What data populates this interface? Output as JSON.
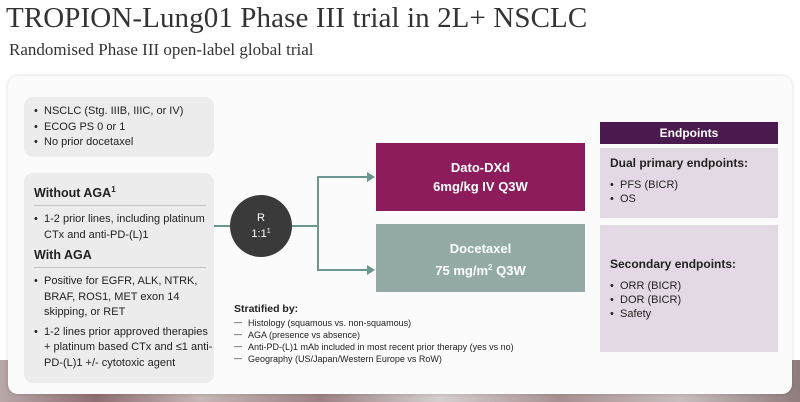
{
  "title": "TROPION-Lung01 Phase III trial in 2L+ NSCLC",
  "subtitle": "Randomised Phase III open-label global trial",
  "eligibility": {
    "top_items": [
      "NSCLC (Stg. IIIB, IIIC, or IV)",
      "ECOG PS 0 or 1",
      "No prior docetaxel"
    ],
    "without_aga": {
      "heading": "Without AGA",
      "heading_sup": "1",
      "items": [
        "1-2 prior lines, including platinum CTx and anti-PD-(L)1"
      ]
    },
    "with_aga": {
      "heading": "With AGA",
      "items": [
        "Positive for EGFR, ALK, NTRK, BRAF, ROS1, MET exon 14 skipping, or RET",
        "1-2 lines prior approved therapies + platinum based CTx and ≤1 anti-PD-(L)1 +/- cytotoxic agent"
      ]
    }
  },
  "randomisation": {
    "label": "R",
    "ratio": "1:1",
    "ratio_sup": "1"
  },
  "arms": [
    {
      "line1": "Dato-DXd",
      "line2": "6mg/kg IV Q3W",
      "color": "#8c1c5c"
    },
    {
      "line1": "Docetaxel",
      "line2_pre": "75 mg/m",
      "line2_sup": "2",
      "line2_post": " Q3W",
      "color": "#93aaa6"
    }
  ],
  "endpoints": {
    "header": "Endpoints",
    "primary": {
      "title": "Dual primary endpoints:",
      "items": [
        "PFS (BICR)",
        "OS"
      ]
    },
    "secondary": {
      "title": "Secondary endpoints:",
      "items": [
        "ORR (BICR)",
        "DOR (BICR)",
        "Safety"
      ]
    }
  },
  "stratified": {
    "title": "Stratified by:",
    "items": [
      "Histology (squamous vs. non-squamous)",
      "AGA (presence vs absence)",
      "Anti-PD-(L)1 mAb included in most recent prior therapy (yes vs no)",
      "Geography (US/Japan/Western Europe vs RoW)"
    ]
  },
  "colors": {
    "dato_arm": "#8c1c5c",
    "docetaxel_arm": "#93aaa6",
    "endpoint_header": "#4a1a4e",
    "endpoint_box": "#e3d9e4",
    "connector": "#6a9690"
  }
}
